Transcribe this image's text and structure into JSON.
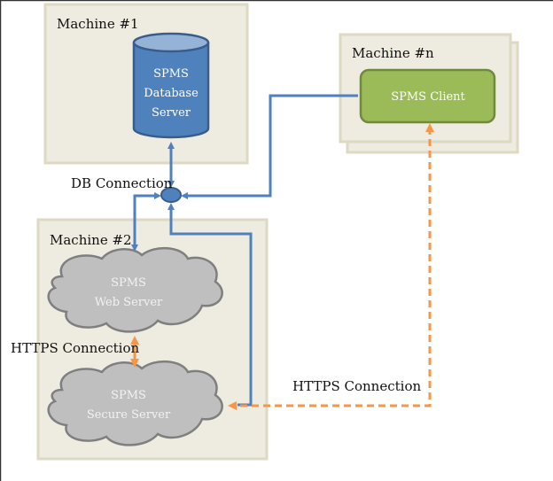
{
  "machines": [
    {
      "label": "Machine #1",
      "component": [
        "SPMS",
        "Database",
        "Server"
      ]
    },
    {
      "label": "Machine #2",
      "components": [
        [
          "SPMS",
          "Web Server"
        ],
        [
          "SPMS",
          "Secure Server"
        ]
      ]
    },
    {
      "label": "Machine #n",
      "component": "SPMS Client"
    }
  ],
  "connections": {
    "db": "DB Connection",
    "https_internal": "HTTPS Connection",
    "https_client": "HTTPS Connection"
  },
  "colors": {
    "machine_fill": "#EEECE1",
    "machine_border": "#DDD9C3",
    "db_blue": "#4F81BD",
    "client_green": "#9BBB59",
    "cloud_gray": "#BFBFBF",
    "https_orange": "#F79646"
  }
}
